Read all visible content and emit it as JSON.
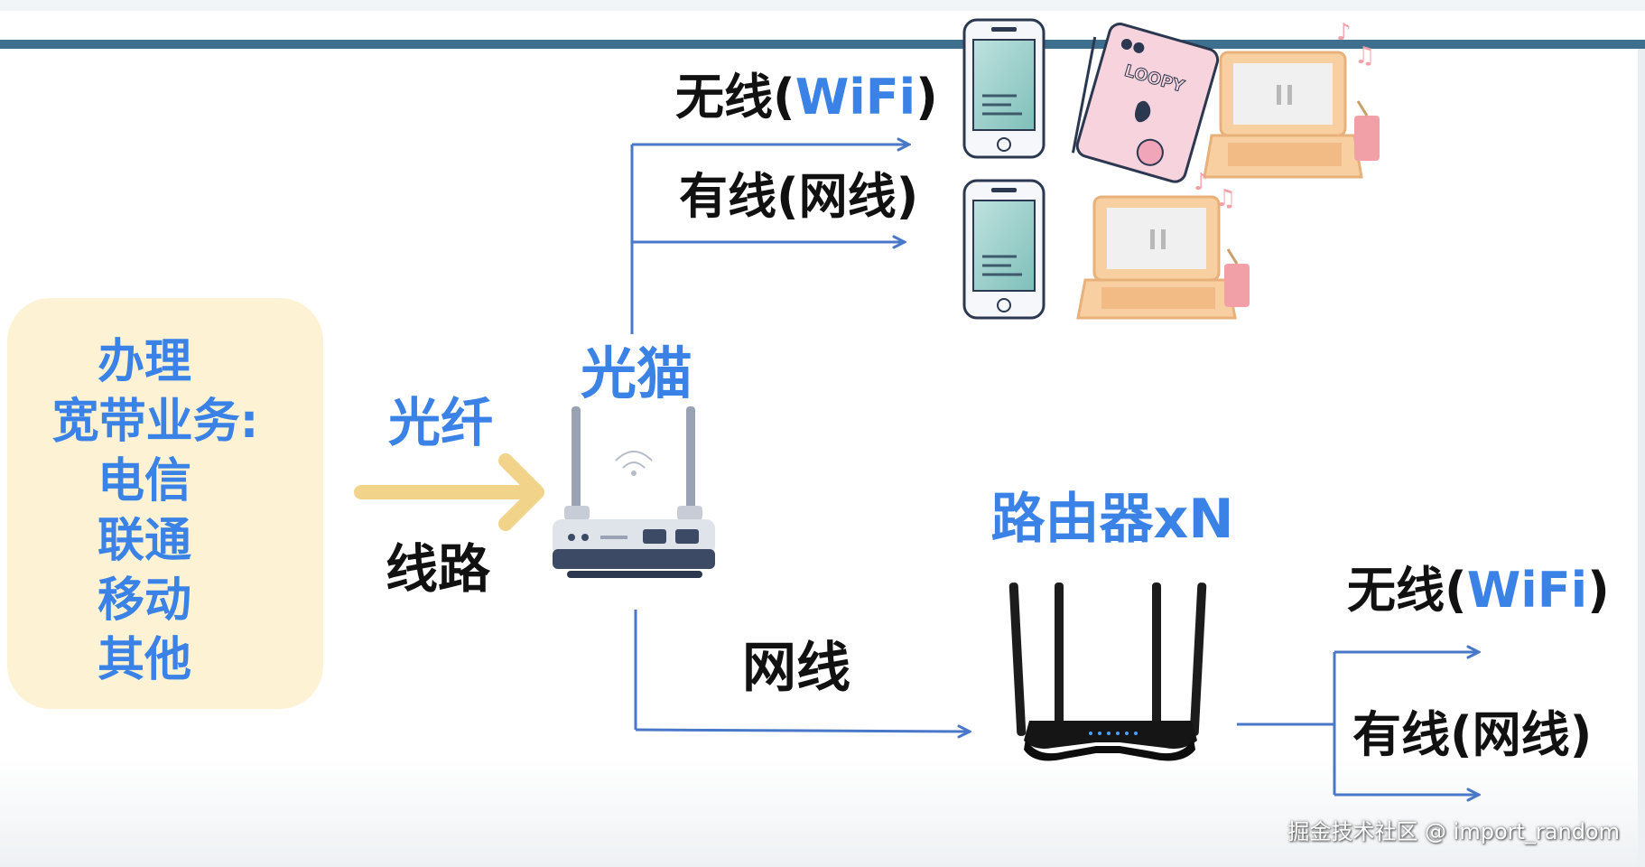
{
  "colors": {
    "accent_blue": "#3b82e6",
    "arrow_blue": "#4a78c9",
    "fiber_yellow": "#f1d48a",
    "isp_box": "#fdf3d4",
    "top_bar": "#3f6f8f"
  },
  "isp_box": {
    "lines": [
      "办理",
      "宽带业务:",
      "电信",
      "联通",
      "移动",
      "其他"
    ]
  },
  "fiber": {
    "label_top": "光纤",
    "label_bottom": "线路"
  },
  "modem": {
    "label": "光猫"
  },
  "modem_outputs": {
    "wifi": {
      "prefix": "无线(",
      "highlight": "WiFi",
      "suffix": ")"
    },
    "wired": "有线(网线)"
  },
  "cable_label": "网线",
  "router": {
    "label": "路由器xN"
  },
  "router_outputs": {
    "wifi": {
      "prefix": "无线(",
      "highlight": "WiFi",
      "suffix": ")"
    },
    "wired": "有线(网线)"
  },
  "devices": {
    "tablet_brand": "LOOPY"
  },
  "watermark": "掘金技术社区 @ import_random"
}
